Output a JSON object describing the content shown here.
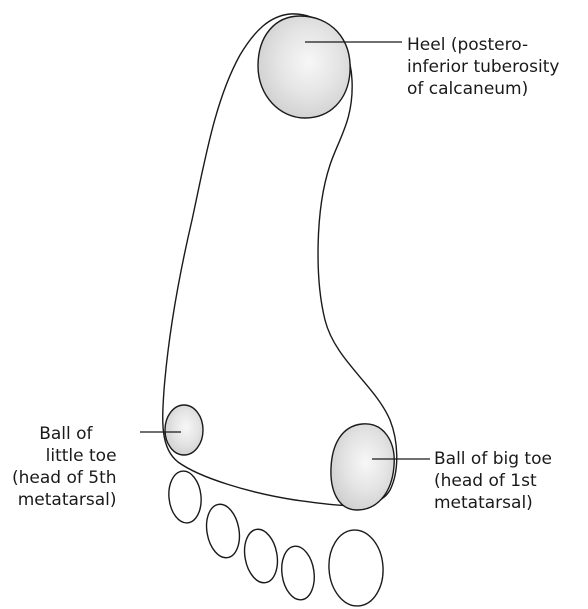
{
  "diagram": {
    "labels": {
      "heel": [
        "Heel (postero-",
        "inferior tuberosity",
        "of calcaneum)"
      ],
      "little_toe": [
        "Ball of",
        "little toe",
        "(head of 5th",
        "metatarsal)"
      ],
      "big_toe": [
        "Ball of big toe",
        "(head of 1st",
        "metatarsal)"
      ]
    },
    "colors": {
      "outline": "#1a1a1a",
      "pad_fill": "#dcdcdc",
      "pad_highlight": "#f5f5f5",
      "text": "#1a1a1a"
    }
  }
}
